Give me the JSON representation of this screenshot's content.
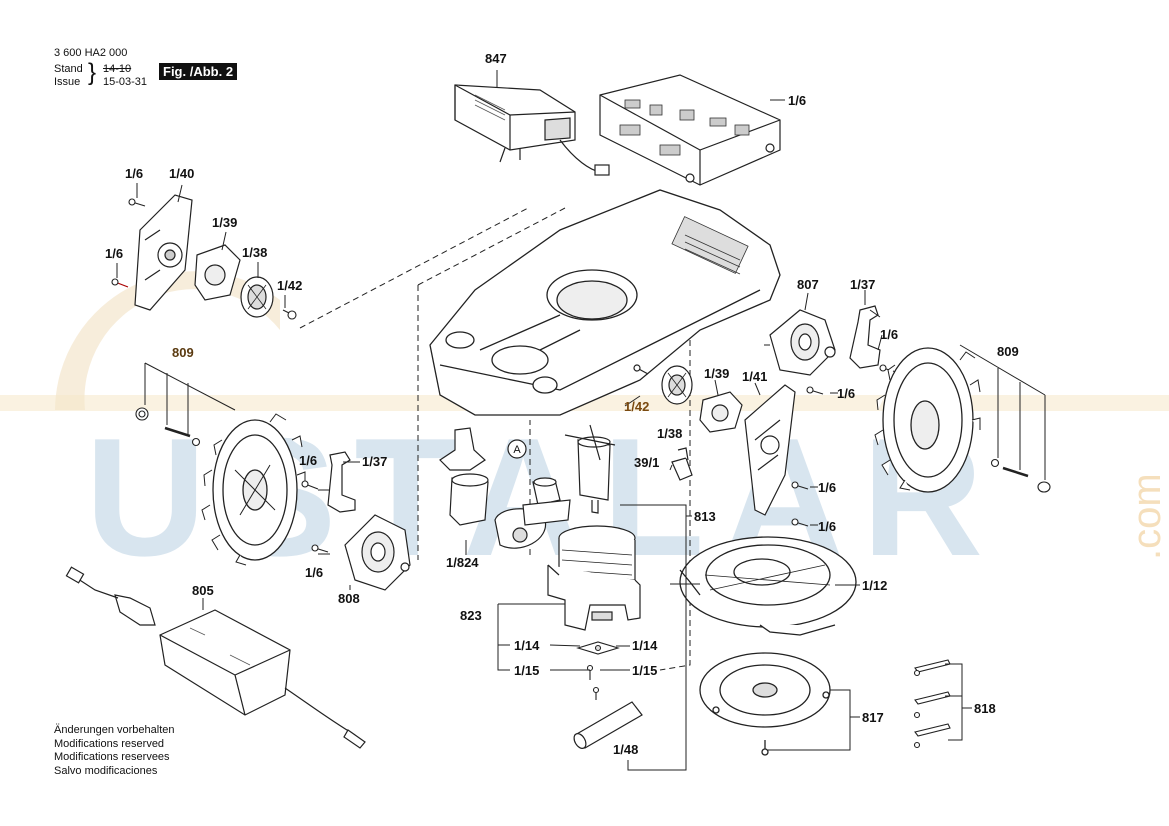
{
  "header": {
    "doc_number": "3 600 HA2 000",
    "stand_label": "Stand",
    "issue_label": "Issue",
    "stand_value": "14-10",
    "issue_value": "15-03-31",
    "figure_tag": "Fig. /Abb. 2"
  },
  "watermark": {
    "text": "USTALAR",
    "suffix": ".com"
  },
  "callouts": {
    "c847": "847",
    "c1_6_a": "1/6",
    "c1_6_b": "1/6",
    "c1_40": "1/40",
    "c1_6_c": "1/6",
    "c1_39": "1/39",
    "c1_38": "1/38",
    "c1_42": "1/42",
    "c809_left": "809",
    "c1_6_d": "1/6",
    "c1_37_left": "1/37",
    "c1_6_e": "1/6",
    "c808": "808",
    "c1_824": "1/824",
    "c813": "813",
    "c1_42_mid": "1/42",
    "c1_38_mid": "1/38",
    "c1_39_mid": "1/39",
    "c1_41": "1/41",
    "c39_1": "39/1",
    "c807": "807",
    "c1_37_right": "1/37",
    "c1_6_f": "1/6",
    "c1_6_g": "1/6",
    "c809_right": "809",
    "c1_6_h": "1/6",
    "c1_6_i": "1/6",
    "c1_12": "1/12",
    "c805": "805",
    "c823": "823",
    "c1_14_a": "1/14",
    "c1_14_b": "1/14",
    "c1_15_a": "1/15",
    "c1_15_b": "1/15",
    "c1_48": "1/48",
    "c817": "817",
    "c818": "818",
    "marker_a": "A"
  },
  "notes": [
    "Änderungen vorbehalten",
    "Modifications reserved",
    "Modifications reservees",
    "Salvo modificaciones"
  ]
}
